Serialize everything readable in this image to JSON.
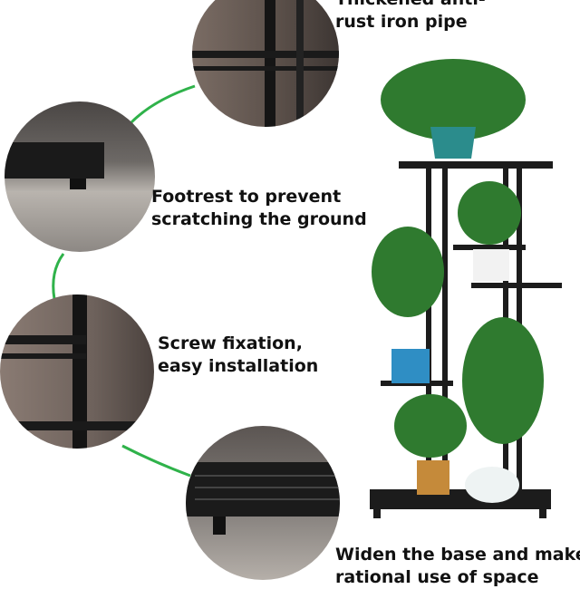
{
  "features": [
    {
      "line1": "Thickened anti-",
      "line2": "rust iron pipe"
    },
    {
      "line1": "Footrest to prevent",
      "line2": "scratching the ground"
    },
    {
      "line1": "Screw fixation,",
      "line2": "easy installation"
    },
    {
      "line1": "Widen the base and make",
      "line2": "rational use of space"
    }
  ],
  "colors": {
    "accent": "#2fb24a",
    "metal": "#1c1c1c"
  }
}
